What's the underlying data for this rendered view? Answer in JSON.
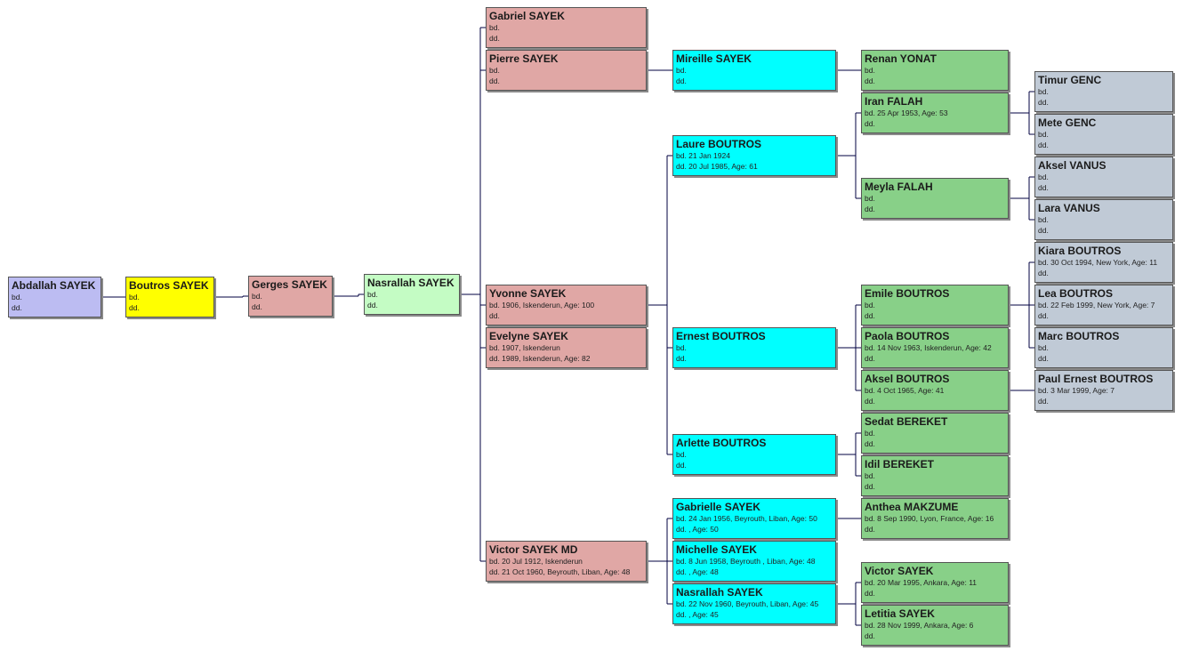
{
  "colors": {
    "gen1": "#bcbcf2",
    "gen2": "#ffff00",
    "gen3": "#e0a7a5",
    "gen4": "#c4fcc4",
    "gen5": "#e0a7a5",
    "gen6": "#00ffff",
    "gen7": "#88d088",
    "gen8": "#c0cad6",
    "line": "#000040"
  },
  "people": [
    {
      "id": "abdallah",
      "gen": 1,
      "name": "Abdallah SAYEK",
      "bd": "bd.",
      "dd": "dd."
    },
    {
      "id": "boutros",
      "gen": 2,
      "parent": "abdallah",
      "name": "Boutros SAYEK",
      "bd": "bd.",
      "dd": "dd."
    },
    {
      "id": "gerges",
      "gen": 3,
      "parent": "boutros",
      "name": "Gerges SAYEK",
      "bd": "bd.",
      "dd": "dd."
    },
    {
      "id": "nasrallah1",
      "gen": 4,
      "parent": "gerges",
      "name": "Nasrallah SAYEK",
      "bd": "bd.",
      "dd": "dd."
    },
    {
      "id": "gabriel",
      "gen": 5,
      "parent": "nasrallah1",
      "name": "Gabriel SAYEK",
      "bd": "bd.",
      "dd": "dd."
    },
    {
      "id": "pierre",
      "gen": 5,
      "parent": "nasrallah1",
      "name": "Pierre SAYEK",
      "bd": "bd.",
      "dd": "dd."
    },
    {
      "id": "yvonne",
      "gen": 5,
      "parent": "nasrallah1",
      "name": "Yvonne SAYEK",
      "bd": "bd. 1906, Iskenderun, Age: 100",
      "dd": "dd."
    },
    {
      "id": "evelyne",
      "gen": 5,
      "parent": "nasrallah1",
      "name": "Evelyne SAYEK",
      "bd": "bd. 1907, Iskenderun",
      "dd": "dd. 1989, Iskenderun, Age: 82"
    },
    {
      "id": "victor_md",
      "gen": 5,
      "parent": "nasrallah1",
      "name": "Victor SAYEK MD",
      "bd": "bd. 20 Jul 1912, Iskenderun",
      "dd": "dd. 21 Oct 1960, Beyrouth, Liban, Age: 48"
    },
    {
      "id": "mireille",
      "gen": 6,
      "parent": "pierre",
      "name": "Mireille SAYEK",
      "bd": "bd.",
      "dd": "dd."
    },
    {
      "id": "laure",
      "gen": 6,
      "parent": "yvonne",
      "name": "Laure BOUTROS",
      "bd": "bd. 21 Jan 1924",
      "dd": "dd. 20 Jul 1985, Age: 61"
    },
    {
      "id": "ernest",
      "gen": 6,
      "parent": "yvonne",
      "name": "Ernest BOUTROS",
      "bd": "bd.",
      "dd": "dd."
    },
    {
      "id": "arlette",
      "gen": 6,
      "parent": "yvonne",
      "name": "Arlette BOUTROS",
      "bd": "bd.",
      "dd": "dd."
    },
    {
      "id": "gabrielle",
      "gen": 6,
      "parent": "victor_md",
      "name": "Gabrielle SAYEK",
      "bd": "bd. 24 Jan 1956, Beyrouth, Liban, Age: 50",
      "dd": "dd. , Age: 50"
    },
    {
      "id": "michelle",
      "gen": 6,
      "parent": "victor_md",
      "name": "Michelle SAYEK",
      "bd": "bd. 8 Jun 1958, Beyrouth , Liban, Age: 48",
      "dd": "dd. , Age: 48"
    },
    {
      "id": "nasrallah2",
      "gen": 6,
      "parent": "victor_md",
      "name": "Nasrallah SAYEK",
      "bd": "bd. 22 Nov 1960, Beyrouth, Liban, Age: 45",
      "dd": "dd. , Age: 45"
    },
    {
      "id": "renan",
      "gen": 7,
      "parent": "mireille",
      "name": "Renan YONAT",
      "bd": "bd.",
      "dd": "dd."
    },
    {
      "id": "iran",
      "gen": 7,
      "parent": "laure",
      "name": "Iran FALAH",
      "bd": "bd. 25 Apr 1953, Age: 53",
      "dd": "dd."
    },
    {
      "id": "meyla",
      "gen": 7,
      "parent": "laure",
      "name": "Meyla FALAH",
      "bd": "bd.",
      "dd": "dd."
    },
    {
      "id": "emile",
      "gen": 7,
      "parent": "ernest",
      "name": "Emile BOUTROS",
      "bd": "bd.",
      "dd": "dd."
    },
    {
      "id": "paola",
      "gen": 7,
      "parent": "ernest",
      "name": "Paola BOUTROS",
      "bd": "bd. 14 Nov 1963, Iskenderun, Age: 42",
      "dd": "dd."
    },
    {
      "id": "aksel_b",
      "gen": 7,
      "parent": "ernest",
      "name": "Aksel BOUTROS",
      "bd": "bd. 4 Oct 1965, Age: 41",
      "dd": "dd."
    },
    {
      "id": "sedat",
      "gen": 7,
      "parent": "arlette",
      "name": "Sedat BEREKET",
      "bd": "bd.",
      "dd": "dd."
    },
    {
      "id": "idil",
      "gen": 7,
      "parent": "arlette",
      "name": "Idil BEREKET",
      "bd": "bd.",
      "dd": "dd."
    },
    {
      "id": "anthea",
      "gen": 7,
      "parent": "gabrielle",
      "name": "Anthea MAKZUME",
      "bd": "bd. 8 Sep 1990, Lyon, France, Age: 16",
      "dd": "dd."
    },
    {
      "id": "victor2",
      "gen": 7,
      "parent": "nasrallah2",
      "name": "Victor SAYEK",
      "bd": "bd. 20 Mar 1995, Ankara, Age: 11",
      "dd": "dd."
    },
    {
      "id": "letitia",
      "gen": 7,
      "parent": "nasrallah2",
      "name": "Letitia SAYEK",
      "bd": "bd. 28 Nov 1999, Ankara, Age: 6",
      "dd": "dd."
    },
    {
      "id": "timur",
      "gen": 8,
      "parent": "iran",
      "name": "Timur GENC",
      "bd": "bd.",
      "dd": "dd."
    },
    {
      "id": "mete",
      "gen": 8,
      "parent": "iran",
      "name": "Mete GENC",
      "bd": "bd.",
      "dd": "dd."
    },
    {
      "id": "aksel_v",
      "gen": 8,
      "parent": "meyla",
      "name": "Aksel VANUS",
      "bd": "bd.",
      "dd": "dd."
    },
    {
      "id": "lara",
      "gen": 8,
      "parent": "meyla",
      "name": "Lara VANUS",
      "bd": "bd.",
      "dd": "dd."
    },
    {
      "id": "kiara",
      "gen": 8,
      "parent": "emile",
      "name": "Kiara BOUTROS",
      "bd": "bd. 30 Oct 1994, New York, Age: 11",
      "dd": "dd."
    },
    {
      "id": "lea",
      "gen": 8,
      "parent": "emile",
      "name": "Lea BOUTROS",
      "bd": "bd. 22 Feb 1999, New York, Age: 7",
      "dd": "dd."
    },
    {
      "id": "marc",
      "gen": 8,
      "parent": "emile",
      "name": "Marc BOUTROS",
      "bd": "bd.",
      "dd": "dd."
    },
    {
      "id": "paul_ernest",
      "gen": 8,
      "parent": "aksel_b",
      "name": "Paul Ernest BOUTROS",
      "bd": "bd. 3 Mar 1999, Age: 7",
      "dd": "dd."
    }
  ]
}
